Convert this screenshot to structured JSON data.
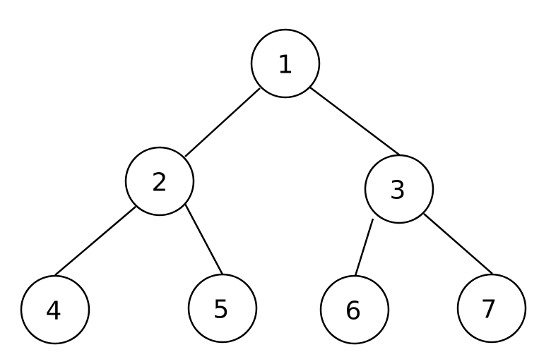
{
  "tree": {
    "nodes": [
      {
        "id": "n1",
        "label": "1"
      },
      {
        "id": "n2",
        "label": "2"
      },
      {
        "id": "n3",
        "label": "3"
      },
      {
        "id": "n4",
        "label": "4"
      },
      {
        "id": "n5",
        "label": "5"
      },
      {
        "id": "n6",
        "label": "6"
      },
      {
        "id": "n7",
        "label": "7"
      }
    ],
    "edges": [
      {
        "from": "n1",
        "to": "n2"
      },
      {
        "from": "n1",
        "to": "n3"
      },
      {
        "from": "n2",
        "to": "n4"
      },
      {
        "from": "n2",
        "to": "n5"
      },
      {
        "from": "n3",
        "to": "n6"
      },
      {
        "from": "n3",
        "to": "n7"
      }
    ]
  }
}
